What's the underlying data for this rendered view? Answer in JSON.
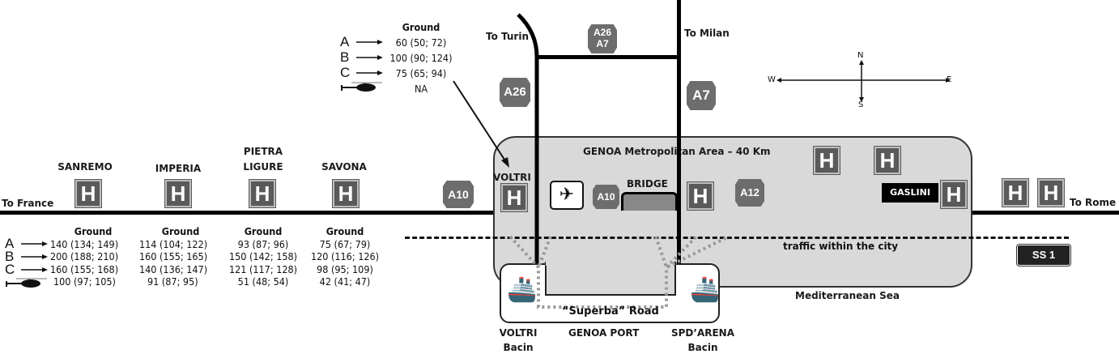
{
  "directions": {
    "to_france": "To France",
    "to_rome": "To Rome",
    "to_turin": "To Turin",
    "to_milan": "To Milan"
  },
  "compass": {
    "n": "N",
    "s": "S",
    "w": "W",
    "e": "E"
  },
  "legend": {
    "letters": [
      "A",
      "B",
      "C"
    ],
    "helicopter_icon": "helicopter-icon",
    "arrow_icon": "right-arrow-icon"
  },
  "cities": [
    {
      "name": "SANREMO",
      "header": "Ground",
      "values": [
        "140 (134; 149)",
        "200 (188; 210)",
        "160 (155; 168)",
        "100 (97; 105)"
      ]
    },
    {
      "name": "IMPERIA",
      "header": "Ground",
      "values": [
        "114 (104; 122)",
        "160 (155; 165)",
        "140 (136; 147)",
        "91 (87; 95)"
      ]
    },
    {
      "name_line1": "PIETRA",
      "name_line2": "LIGURE",
      "header": "Ground",
      "values": [
        "93 (87; 96)",
        "150 (142; 158)",
        "121 (117; 128)",
        "51 (48; 54)"
      ]
    },
    {
      "name": "SAVONA",
      "header": "Ground",
      "values": [
        "75 (67; 79)",
        "120 (116; 126)",
        "98 (95; 109)",
        "42 (41; 47)"
      ]
    }
  ],
  "voltri_box": {
    "header": "Ground",
    "values": [
      "60 (50; 72)",
      "100 (90; 124)",
      "75 (65; 94)",
      "NA"
    ]
  },
  "highways": {
    "a26": "A26",
    "a7": "A7",
    "a26_a7_line1": "A26",
    "a26_a7_line2": "A7",
    "a10_west": "A10",
    "a10_city": "A10",
    "a12": "A12",
    "ss1": "SS 1"
  },
  "metro": {
    "title": "GENOA Metropolitan Area – 40 Km",
    "voltri": "VOLTRI",
    "bridge": "BRIDGE",
    "gaslini": "GASLINI",
    "traffic": "traffic within the city"
  },
  "hospital_letter": "H",
  "port": {
    "road": "“Superba”  Road",
    "voltri_line1": "VOLTRI",
    "voltri_line2": "Bacin",
    "genoa_port": "GENOA PORT",
    "spd_line1": "SPD’ARENA",
    "spd_line2": "Bacin"
  },
  "sea": "Mediterranean Sea"
}
